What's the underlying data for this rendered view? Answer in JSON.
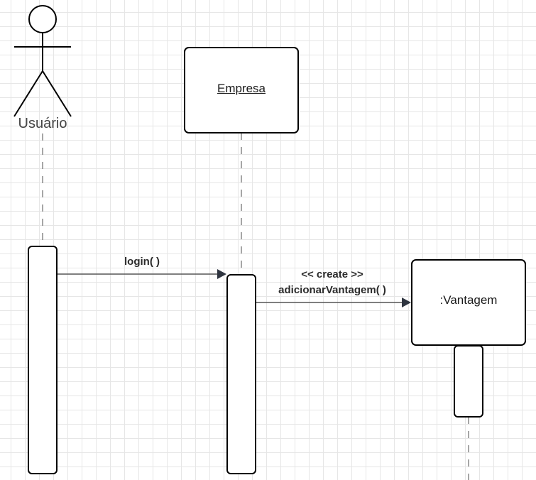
{
  "actor": {
    "name": "Usuário"
  },
  "lifelines": [
    {
      "id": "empresa",
      "label": "Empresa",
      "underlined": true
    },
    {
      "id": "vantagem",
      "label": ":Vantagem",
      "underlined": false
    }
  ],
  "messages": [
    {
      "from": "Usuário",
      "to": "Empresa",
      "label": "login( )"
    },
    {
      "from": "Empresa",
      "to": ":Vantagem",
      "stereotype": "<< create >>",
      "label": "adicionarVantagem( )"
    }
  ],
  "colors": {
    "stroke": "#000000",
    "arrow": "#2f3540",
    "grid": "#e6e6e6",
    "dashed_line": "#888888"
  }
}
